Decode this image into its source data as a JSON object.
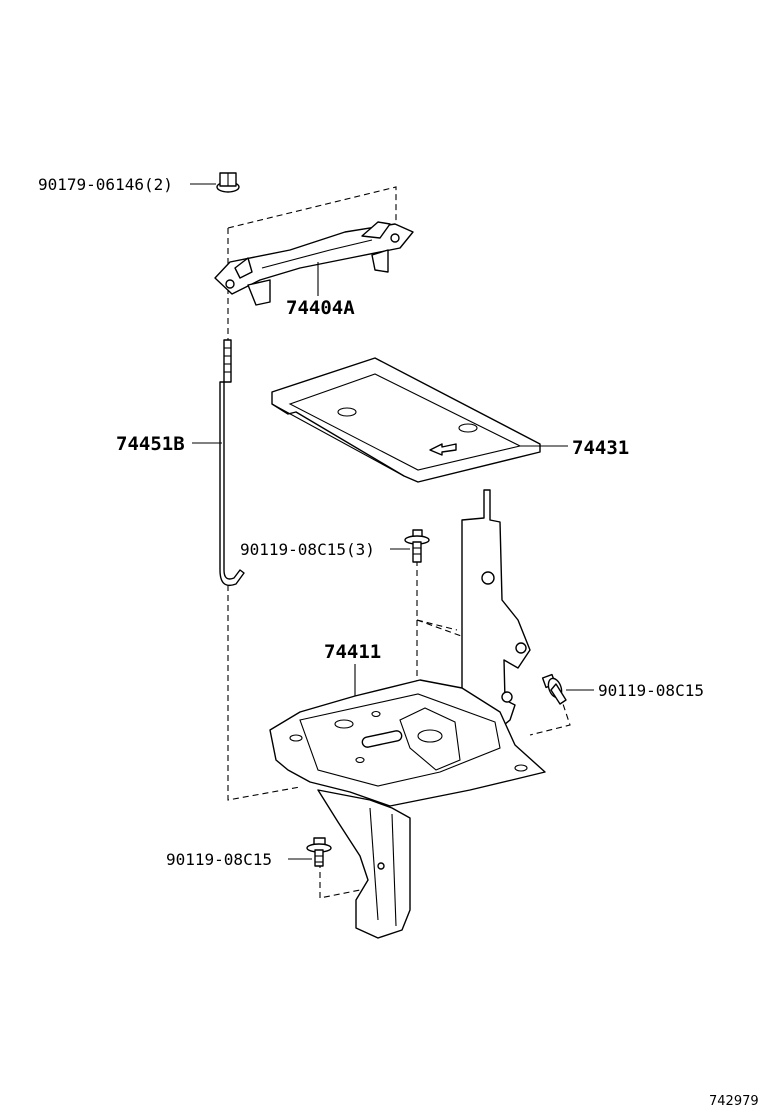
{
  "diagram_id": "742979",
  "callouts": {
    "nut_top": "90179-06146(2)",
    "hold_down_clamp": "74404A",
    "tray": "74431",
    "clamp_rod": "74451B",
    "bolt_center": "90119-08C15(3)",
    "carrier": "74411",
    "bolt_right": "90119-08C15",
    "bolt_bottom": "90119-08C15"
  }
}
